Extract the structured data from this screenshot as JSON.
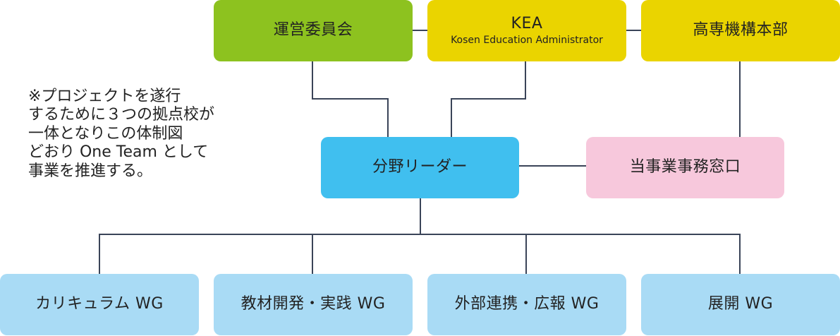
{
  "colors": {
    "committee": "#8dc21f",
    "kea": "#ead400",
    "hq": "#ead400",
    "leader": "#40bfef",
    "office": "#f7c8dc",
    "wg": "#a9dbf5",
    "connector": "#3a4458"
  },
  "nodes": {
    "committee": {
      "label": "運営委員会"
    },
    "kea": {
      "label": "KEA",
      "sub": "Kosen Education Administrator"
    },
    "hq": {
      "label": "高専機構本部"
    },
    "leader": {
      "label": "分野リーダー"
    },
    "office": {
      "label": "当事業事務窓口"
    },
    "wg": [
      {
        "label": "カリキュラム WG"
      },
      {
        "label": "教材開発・実践 WG"
      },
      {
        "label": "外部連携・広報 WG"
      },
      {
        "label": "展開 WG"
      }
    ]
  },
  "note": {
    "lines": [
      "※プロジェクトを遂行",
      "するために３つの拠点校が",
      "一体となりこの体制図",
      "どおり One Team として",
      "事業を推進する。"
    ]
  }
}
